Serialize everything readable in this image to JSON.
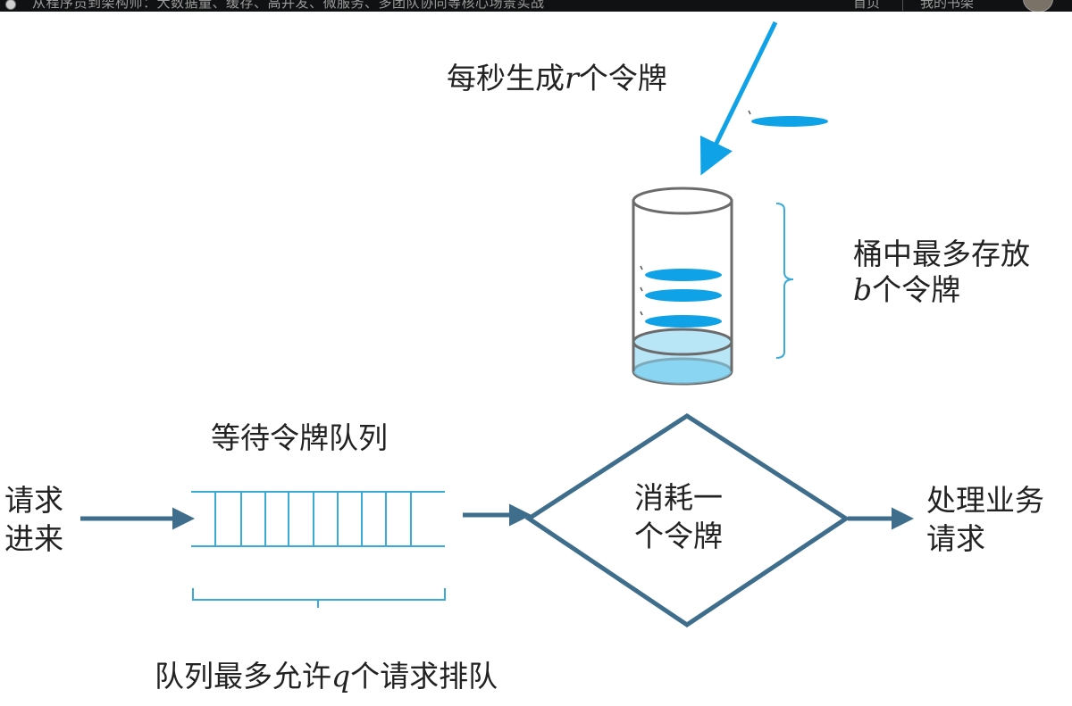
{
  "topbar": {
    "title": "从程序员到架构师：大数据量、缓存、高并发、微服务、多团队协同等核心场景实战",
    "nav_home": "首页",
    "nav_shelf": "我的书架"
  },
  "diagram": {
    "token_rate_text": "每秒生成",
    "token_rate_var": "r",
    "token_rate_suffix": "个令牌",
    "bucket_cap_line1": "桶中最多存放",
    "bucket_cap_var": "b",
    "bucket_cap_suffix": "个令牌",
    "queue_title": "等待令牌队列",
    "request_in_line1": "请求",
    "request_in_line2": "进来",
    "consume_line1": "消耗一",
    "consume_line2": "个令牌",
    "process_line1": "处理业务",
    "process_line2": "请求",
    "queue_cap_prefix": "队列最多允许",
    "queue_cap_var": "q",
    "queue_cap_suffix": "个请求排队"
  },
  "colors": {
    "token_blue": "#0fa2e6",
    "arrow_dark": "#3e6e8c",
    "queue_cyan": "#3aabd6",
    "bucket_fill_light": "#b8e6f7",
    "bucket_fill_bottom": "#8bd5f2",
    "bucket_outline": "#6b6b6b"
  }
}
